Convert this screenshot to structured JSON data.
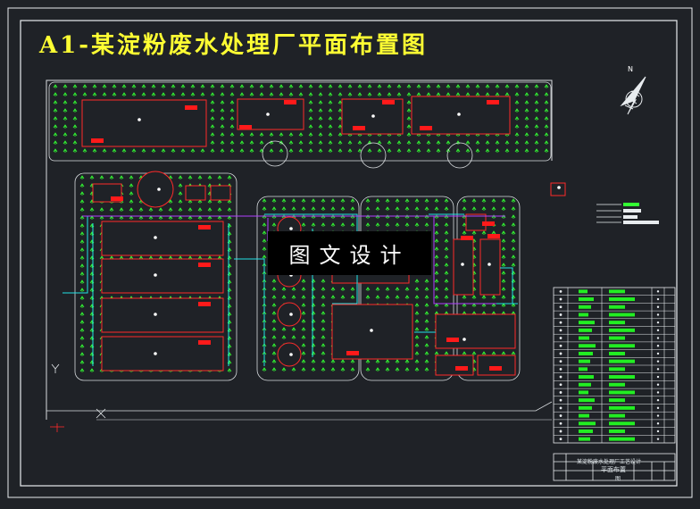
{
  "title": "A1-某淀粉废水处理厂平面布置图",
  "watermark": "图文设计",
  "north_label": "N",
  "title_block": {
    "project": "某淀粉废水处理厂工艺设计",
    "drawing": "平面布置",
    "code": "图"
  },
  "colors": {
    "background": "#1f2227",
    "frame": "#e8ecef",
    "title": "#ffff33",
    "building": "#ff2a2a",
    "label": "#ff1a1a",
    "tree": "#33ff33",
    "pipe": "#21e1e6",
    "pipe_purple": "#b040ff",
    "table_text": "#22ee22"
  },
  "table_rows": 20
}
